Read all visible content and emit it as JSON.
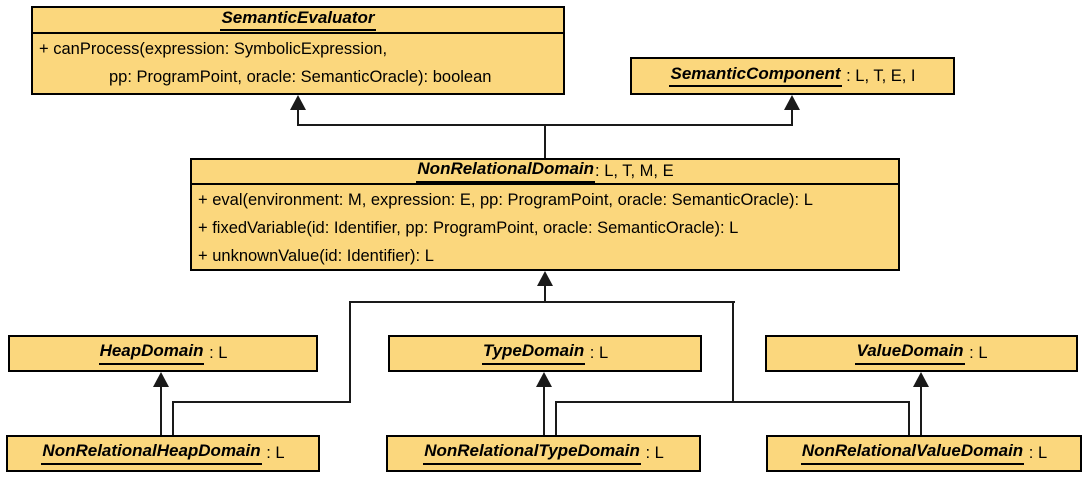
{
  "diagram": {
    "title": "UML class diagram: NonRelationalDomain hierarchy",
    "background": "#ffffff",
    "box_fill": "#fbd77d",
    "box_border": "#000000",
    "line_color": "#1a1a1a"
  },
  "classes": {
    "semantic_evaluator": {
      "name": "SemanticEvaluator",
      "methods": [
        "+ canProcess(expression: SymbolicExpression,",
        "pp: ProgramPoint, oracle: SemanticOracle): boolean"
      ]
    },
    "semantic_component": {
      "name": "SemanticComponent",
      "suffix": " : L, T, E, I"
    },
    "non_relational_domain": {
      "name": "NonRelationalDomain",
      "suffix": ": L, T, M, E",
      "methods": [
        "+ eval(environment: M, expression: E, pp: ProgramPoint, oracle: SemanticOracle): L",
        "+ fixedVariable(id: Identifier, pp: ProgramPoint, oracle: SemanticOracle): L",
        "+ unknownValue(id: Identifier): L"
      ]
    },
    "heap_domain": {
      "name": "HeapDomain",
      "suffix": " : L"
    },
    "type_domain": {
      "name": "TypeDomain",
      "suffix": " : L"
    },
    "value_domain": {
      "name": "ValueDomain",
      "suffix": " : L"
    },
    "non_relational_heap_domain": {
      "name": "NonRelationalHeapDomain",
      "suffix": " : L"
    },
    "non_relational_type_domain": {
      "name": "NonRelationalTypeDomain",
      "suffix": " : L"
    },
    "non_relational_value_domain": {
      "name": "NonRelationalValueDomain",
      "suffix": " : L"
    }
  },
  "relations": [
    {
      "child": "NonRelationalDomain",
      "parent": "SemanticEvaluator",
      "type": "generalization"
    },
    {
      "child": "NonRelationalDomain",
      "parent": "SemanticComponent",
      "type": "generalization"
    },
    {
      "child": "NonRelationalHeapDomain",
      "parent": "HeapDomain",
      "type": "generalization"
    },
    {
      "child": "NonRelationalHeapDomain",
      "parent": "NonRelationalDomain",
      "type": "generalization"
    },
    {
      "child": "NonRelationalTypeDomain",
      "parent": "TypeDomain",
      "type": "generalization"
    },
    {
      "child": "NonRelationalTypeDomain",
      "parent": "NonRelationalDomain",
      "type": "generalization"
    },
    {
      "child": "NonRelationalValueDomain",
      "parent": "ValueDomain",
      "type": "generalization"
    },
    {
      "child": "NonRelationalValueDomain",
      "parent": "NonRelationalDomain",
      "type": "generalization"
    }
  ]
}
